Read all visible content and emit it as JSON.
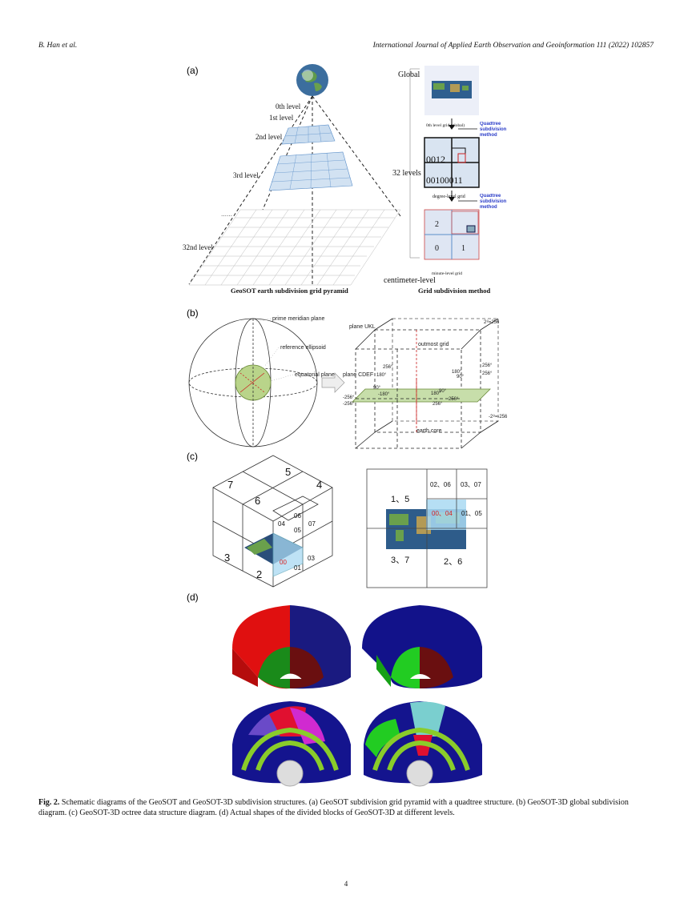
{
  "header": {
    "left": "B. Han et al.",
    "right": "International Journal of Applied Earth Observation and Geoinformation 111 (2022) 102857"
  },
  "panels": {
    "a": {
      "tag": "(a)",
      "pyramid": {
        "levels": [
          "0th level",
          "1st level",
          "2nd level",
          "3rd level",
          "32nd level"
        ],
        "dots": "……",
        "caption": "GeoSOT earth subdivision grid pyramid"
      },
      "method": {
        "global": "Global",
        "levels32": "32 levels",
        "centimeter": "centimeter-level",
        "grid0": "0th level grid (global)",
        "quadtree1": "Quadtree subdivision method",
        "code_top": "0012",
        "code_bottom": "00100011",
        "degree_grid": "degree-level grid",
        "quadtree2": "Quadtree subdivision method",
        "quad_labels": [
          "2",
          "0",
          "1"
        ],
        "minute_grid": "minute-level grid",
        "caption": "Grid subdivision method"
      }
    },
    "b": {
      "tag": "(b)",
      "labels": {
        "prime": "prime meridian plane",
        "planeUKL": "plane UKL",
        "ellipsoid": "reference ellipsoid",
        "outmost": "outmost grid",
        "equatorial": "equatorial plane",
        "planeCDEF": "plane CDEF",
        "core": "earth core",
        "top": "2⁸=256",
        "bottom": "-2⁸=-256",
        "v256": "256°",
        "vneg256": "-256°",
        "v180": "180°",
        "v90": "90°",
        "vneg180": "-180°",
        "vneg90": "-90°"
      }
    },
    "c": {
      "tag": "(c)",
      "cube_labels": [
        "5",
        "7",
        "4",
        "6",
        "06",
        "04",
        "07",
        "05",
        "3",
        "00",
        "03",
        "01",
        "2"
      ],
      "grid_labels": [
        "1、5",
        "02、06",
        "03、07",
        "00、04",
        "01、05",
        "3、7",
        "2、6"
      ]
    },
    "d": {
      "tag": "(d)"
    }
  },
  "caption": {
    "label": "Fig. 2.",
    "text": "Schematic diagrams of the GeoSOT and GeoSOT-3D subdivision structures. (a) GeoSOT subdivision grid pyramid with a quadtree structure. (b) GeoSOT-3D global subdivision diagram. (c) GeoSOT-3D octree data structure diagram. (d) Actual shapes of the divided blocks of GeoSOT-3D at different levels."
  },
  "page_number": "4",
  "colors": {
    "grid_blue": "#5b8fc9",
    "red": "#d81e1e",
    "green_disk": "#b9d48a",
    "dark_blue": "#1a1a8c",
    "bright_green": "#22cc22"
  }
}
